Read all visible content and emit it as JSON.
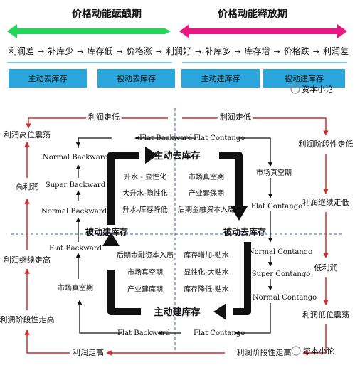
{
  "header": {
    "left_title": "价格动能酝酿期",
    "right_title": "价格动能释放期",
    "sequence": [
      "利润差",
      "补库少",
      "库存低",
      "价格涨",
      "利润好",
      "补库多",
      "库存增",
      "价格跌",
      "利润差"
    ],
    "boxes": [
      "主动去库存",
      "被动去库存",
      "主动建库存",
      "被动建库存"
    ]
  },
  "watermark": "资本小论",
  "cycle": {
    "top_left": "利润走低",
    "top_right": "利润走低",
    "bottom_left": "利润走高",
    "bottom_right": "利润阶段性走高",
    "left_outer": [
      "利润高位震荡",
      "高利润",
      "利润继续走高",
      "利润阶段性走高"
    ],
    "right_outer": [
      "利润阶段性走低",
      "利润继续走低",
      "低利润",
      "利润低位震荡"
    ]
  },
  "chain": {
    "top_left": "Flat Backward",
    "top_right": "Flat Contango",
    "bottom_left": "Flat Backward",
    "bottom_right": "Flat Contango",
    "left_inner": [
      "Normal Backward",
      "Super Backward",
      "Normal Backward",
      "Flat Backward",
      "市场真空期"
    ],
    "right_inner": [
      "市场真空期",
      "Flat Contango",
      "Normal Contango",
      "Super Contango",
      "Normal Contango"
    ]
  },
  "phases": {
    "top": "主动去库存",
    "right": "被动去库存",
    "bottom": "主动建库存",
    "left": "被动建库存"
  },
  "quadrants": {
    "tl": [
      "升水 - 显性化",
      "大升水-隐性化",
      "升水-库存降低"
    ],
    "tr": [
      "市场真空期",
      "产业套保期",
      "后期金融资本入局"
    ],
    "bl": [
      "后期金融资本入局",
      "市场真空期",
      "产业建库期"
    ],
    "br": [
      "库存增加-贴水",
      "显性化-大贴水",
      "库存降低-贴水"
    ]
  },
  "colors": {
    "left_banner": "#22d65a",
    "right_banner": "#ea1683",
    "box_fill": "#2aa6dc",
    "outer_arrow": "#d42a2a",
    "inner_loop": "#111111",
    "divider": "#3a5fa8"
  }
}
